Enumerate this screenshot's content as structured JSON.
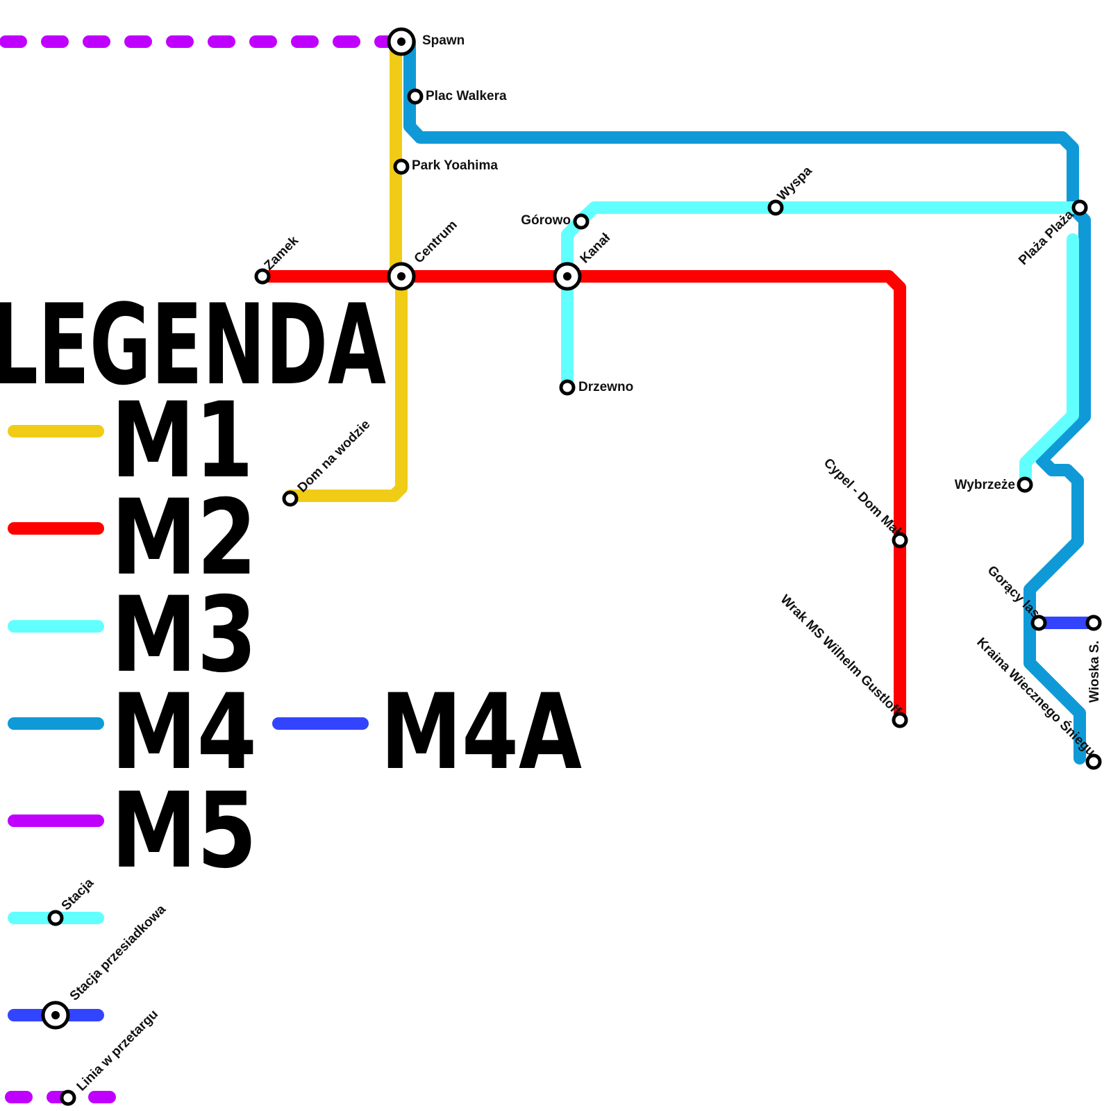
{
  "colors": {
    "M1": "#f0cc16",
    "M2": "#ff0000",
    "M3": "#62ffff",
    "M4": "#0f9ad7",
    "M4A": "#3344ff",
    "M5": "#c000ff"
  },
  "legend": {
    "title": "LEGENDA",
    "lines": [
      {
        "id": "M1",
        "label": "M1"
      },
      {
        "id": "M2",
        "label": "M2"
      },
      {
        "id": "M3",
        "label": "M3"
      },
      {
        "id": "M4",
        "label": "M4",
        "branch_label": "M4A"
      },
      {
        "id": "M5",
        "label": "M5"
      }
    ],
    "station": "Stacja",
    "interchange": "Stacja przesiadkowa",
    "tender": "Linia w przetargu"
  },
  "stations": {
    "spawn": "Spawn",
    "plac_walkera": "Plac Walkera",
    "park_yoahima": "Park Yoahima",
    "centrum": "Centrum",
    "zamek": "Zamek",
    "kanal": "Kanał",
    "gorowo": "Górowo",
    "wyspa": "Wyspa",
    "plaza_plaza": "Plaża Plaża",
    "drzewno": "Drzewno",
    "dom_na_wodzie": "Dom na wodzie",
    "cypel": "Cypel - Dom Mał",
    "wrak": "Wrak MS Wilhelm Gustloff",
    "wybrzeze": "Wybrzeże",
    "goracy_las": "Gorący las",
    "wioska": "Wioska S.",
    "kraina": "Kraina Wiecznego Śniegu"
  }
}
